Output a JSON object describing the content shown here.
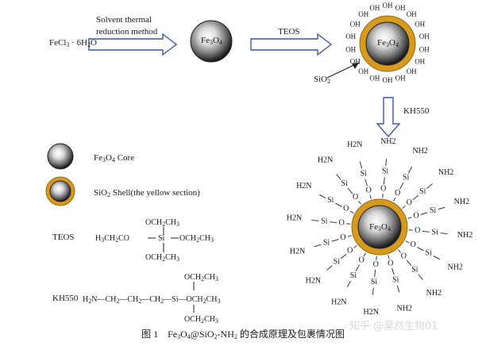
{
  "top": {
    "reactant": "FeCl3 · 6H2O",
    "method_line1": "Solvent thermal",
    "method_line2": "reduction method",
    "core": "Fe3O4",
    "reagent1": "TEOS",
    "sio2_label": "SiO2",
    "surface_group": "OH",
    "reagent2": "KH550"
  },
  "legend": {
    "core_label": "Fe3O4 Core",
    "shell_label": "SiO2 Shell(the yellow section)",
    "teos_name": "TEOS",
    "kh550_name": "KH550"
  },
  "groups": {
    "si": "Si",
    "o": "O",
    "nh2": "NH2",
    "h2n": "H2N"
  },
  "caption": "图 1　Fe3O4@SiO2-NH2 的合成原理及包裹情况图",
  "watermark": "知乎 @昊然生物01",
  "colors": {
    "arrow_fill": "#ffffff",
    "arrow_stroke": "#3b56a6",
    "shell": "#d59a1e",
    "shell_edge": "#9a6a10"
  }
}
